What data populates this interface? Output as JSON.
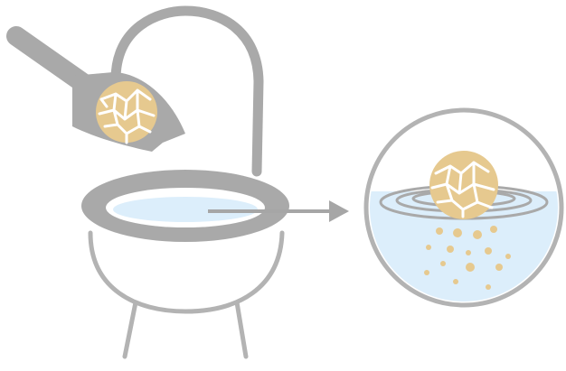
{
  "figure": {
    "scene": "litter-scoop-pouring-clump-into-toilet",
    "illustration": "toilet-with-scoop-and-dissolving-clump",
    "colors": {
      "outline": "#b3b3b3",
      "toilet_gray": "#a9a9a9",
      "water_light": "#dceefb",
      "water_mid": "#c9e3f6",
      "clump_fill": "#e6c98f",
      "clump_dark": "#d2ac62",
      "clump_line": "#ffffff",
      "arrow": "#a6a6a6"
    },
    "elements": {
      "scoop": "litter-scoop-icon",
      "toilet": "toilet-icon",
      "clump": "litter-clump-icon",
      "arrow": "right-arrow-icon",
      "magnifier": "magnified-bowl-circle"
    }
  }
}
